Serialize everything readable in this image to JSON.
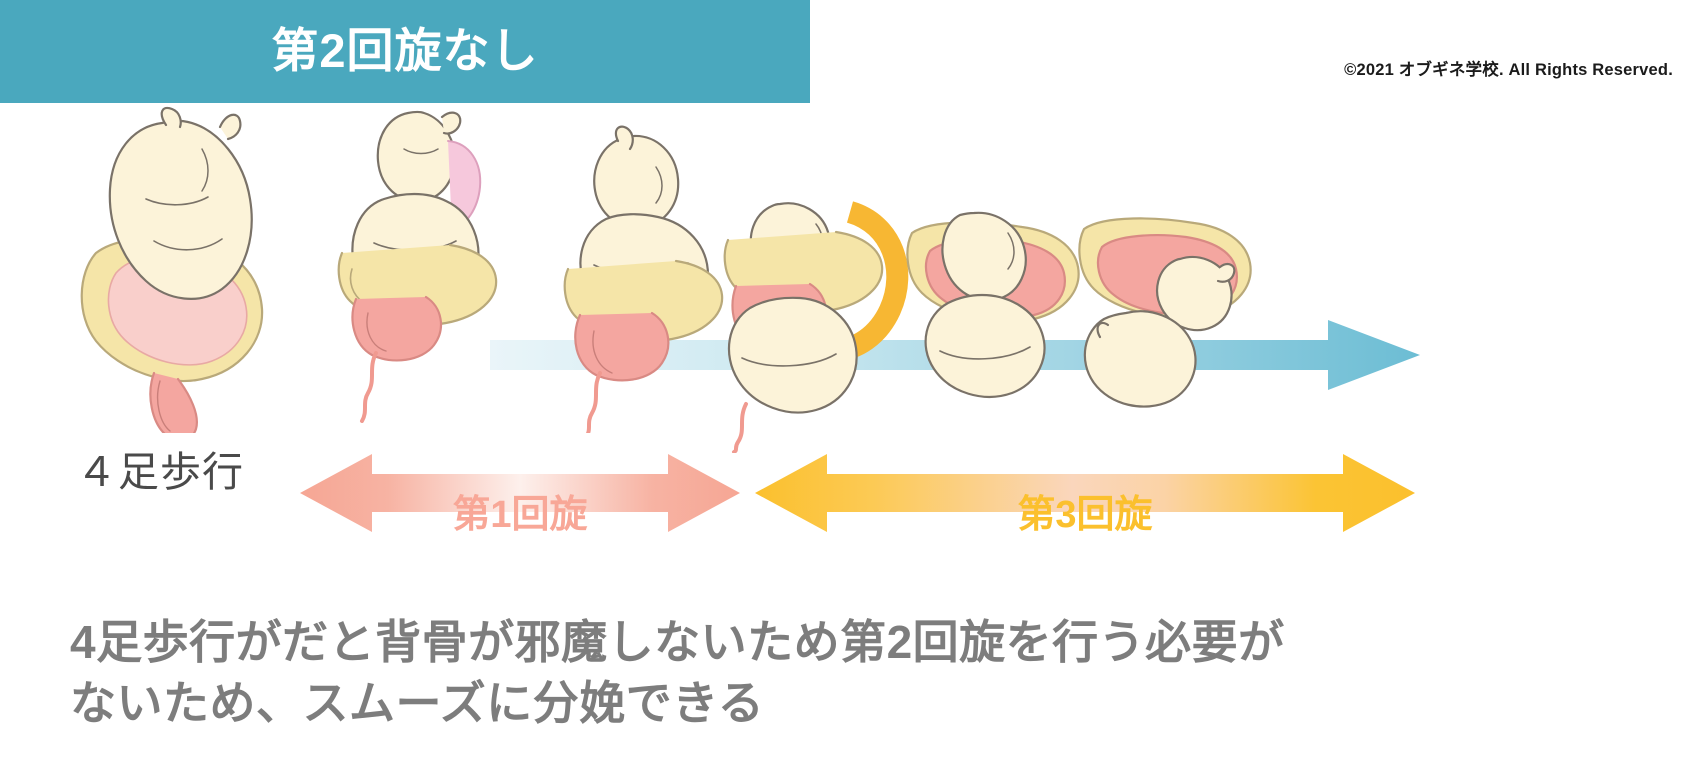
{
  "header": {
    "banner_title": "第2回旋なし",
    "banner_color": "#4aa8be",
    "copyright": "©2021 オブギネ学校. All Rights Reserved."
  },
  "diagram": {
    "progression_arrow": {
      "name": "descent-progression-arrow",
      "color": "#7cc3d8",
      "direction": "right"
    },
    "stages": [
      {
        "index": 1,
        "name": "fetus-in-pelvis-initial"
      },
      {
        "index": 2,
        "name": "fetus-engaging-pelvis"
      },
      {
        "index": 3,
        "name": "fetus-head-flexed"
      },
      {
        "index": 4,
        "name": "fetus-rotating-third"
      },
      {
        "index": 5,
        "name": "fetus-crowning"
      },
      {
        "index": 6,
        "name": "fetus-delivered"
      }
    ],
    "rotation_arrows": [
      {
        "label": "第1回旋",
        "color": "#f6a694",
        "mid_color": "#fdeeea",
        "text_color": "#f8a797",
        "double_headed": true
      },
      {
        "label": "第3回旋",
        "color": "#fbc02d",
        "mid_color": "#fad9b8",
        "text_color": "#fbc02d",
        "double_headed": true
      }
    ],
    "left_label": "４足歩行"
  },
  "caption": {
    "line1": "4足歩行がだと背骨が邪魔しないため第2回旋を行う必要が",
    "line2": "ないため、スムーズに分娩できる",
    "color": "#7d7d7d"
  },
  "palette": {
    "fetus_body": "#fcf3d9",
    "fetus_outline": "#7a7268",
    "soft_tissue": "#f4a6a0",
    "soft_tissue_light": "#f9cfcb",
    "bone": "#f5e5a8",
    "bone_outline": "#b9a97a",
    "pink_tissue": "#f2b8c6",
    "cord": "#f09a90"
  }
}
